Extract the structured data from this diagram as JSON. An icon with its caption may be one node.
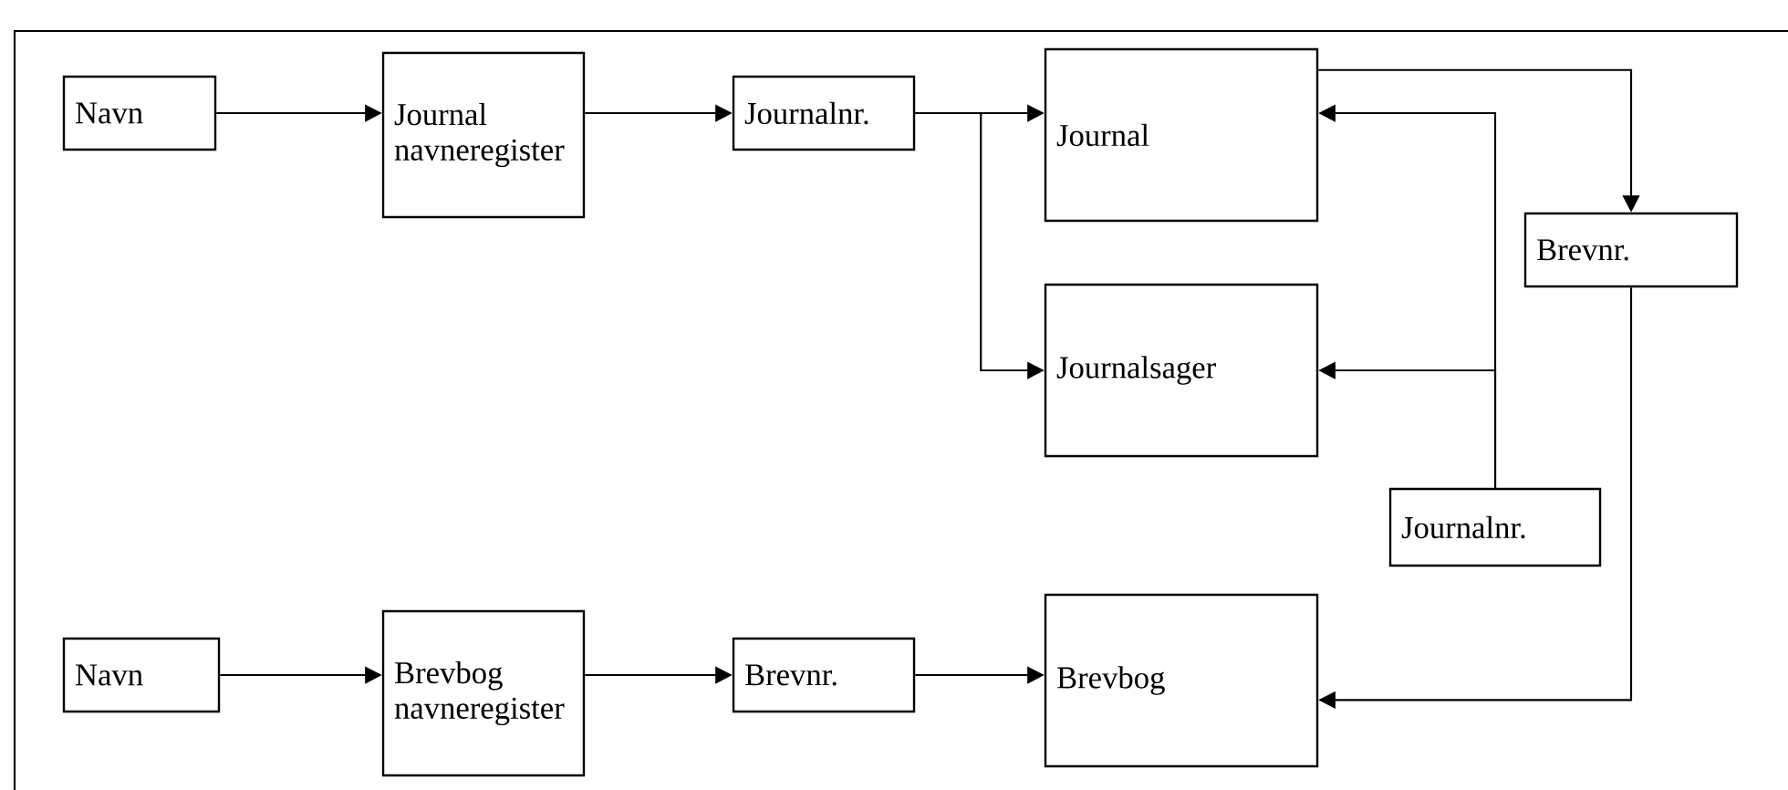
{
  "diagram": {
    "nodes": [
      {
        "text": [
          "Navn"
        ]
      },
      {
        "text": [
          "Journal navneregister"
        ]
      },
      {
        "text": [
          "Journalnr."
        ]
      },
      {
        "text": [
          "Journal"
        ]
      },
      {
        "text": [
          "Brevnr."
        ]
      },
      {
        "text": [
          "Journalsager"
        ]
      },
      {
        "text": [
          "Journalnr."
        ]
      },
      {
        "text": [
          "Navn"
        ]
      },
      {
        "text": [
          "Brevbog navneregister"
        ]
      },
      {
        "text": [
          "Brevnr."
        ]
      },
      {
        "text": [
          "Brevbog"
        ]
      }
    ],
    "edges": [
      {
        "from": 0,
        "to": 1,
        "arrow": "to"
      },
      {
        "from": 1,
        "to": 2,
        "arrow": "to"
      },
      {
        "from": 2,
        "to": 3,
        "arrow": "to"
      },
      {
        "from": 2,
        "to": 5,
        "arrow": "to"
      },
      {
        "from": 3,
        "to": 4,
        "arrow": "to"
      },
      {
        "from": 6,
        "to": 3,
        "arrow": "to"
      },
      {
        "from": 6,
        "to": 5,
        "arrow": "to"
      },
      {
        "from": 4,
        "to": 10,
        "arrow": "to"
      },
      {
        "from": 7,
        "to": 8,
        "arrow": "to"
      },
      {
        "from": 8,
        "to": 9,
        "arrow": "to"
      },
      {
        "from": 9,
        "to": 10,
        "arrow": "to"
      }
    ]
  }
}
